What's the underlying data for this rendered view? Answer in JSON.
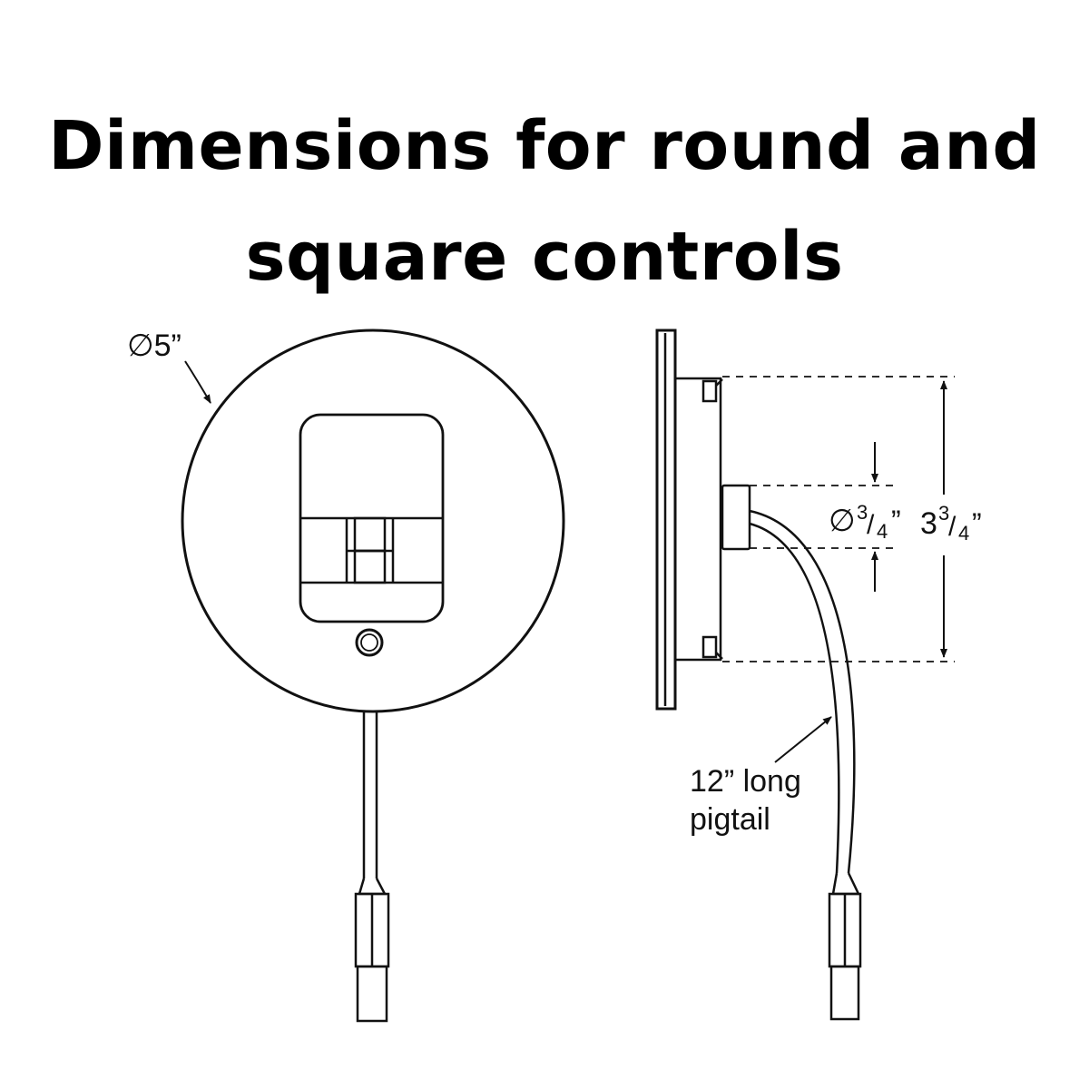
{
  "title": {
    "line1": "Dimensions for round and",
    "line2": "square controls"
  },
  "labels": {
    "diameter_round": "∅5”",
    "diameter_sensor_symbol": "∅",
    "diameter_sensor_whole": "",
    "diameter_sensor_num": "3",
    "diameter_sensor_den": "4",
    "diameter_sensor_inch": "”",
    "height_whole": "3",
    "height_num": "3",
    "height_den": "4",
    "height_inch": "”",
    "pigtail_line1": "12” long",
    "pigtail_line2": "pigtail"
  },
  "colors": {
    "ink": "#111111",
    "background": "#ffffff"
  }
}
